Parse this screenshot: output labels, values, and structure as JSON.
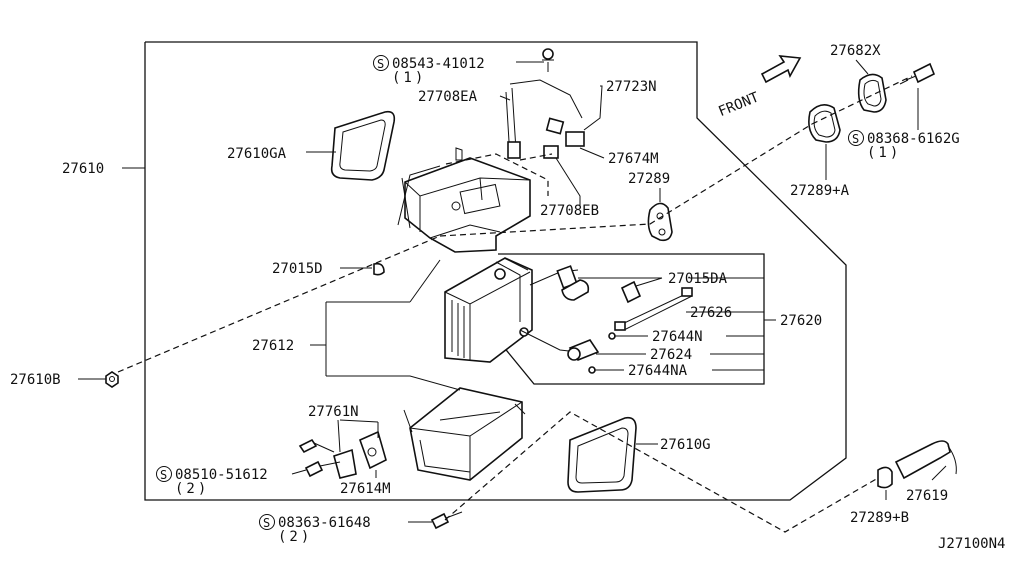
{
  "diagram": {
    "drawing_code": "J27100N4",
    "front_label": "FRONT",
    "parts": {
      "p27610": "27610",
      "p27610GA": "27610GA",
      "p27015D": "27015D",
      "p27612": "27612",
      "p27610B": "27610B",
      "p27761N": "27761N",
      "p27614M": "27614M",
      "p27610G": "27610G",
      "p27619": "27619",
      "p27289B": "27289+B",
      "p27620": "27620",
      "p27015DA": "27015DA",
      "p27626": "27626",
      "p27644N": "27644N",
      "p27624": "27624",
      "p27644NA": "27644NA",
      "p27708EA": "27708EA",
      "p27723N": "27723N",
      "p27674M": "27674M",
      "p27289": "27289",
      "p27708EB": "27708EB",
      "p27682X": "27682X",
      "p27289A": "27289+A"
    },
    "screws": [
      {
        "symbol": "S",
        "code": "08543-41012",
        "qty": "(1)"
      },
      {
        "symbol": "S",
        "code": "08368-6162G",
        "qty": "(1)"
      },
      {
        "symbol": "S",
        "code": "08510-51612",
        "qty": "(2)"
      },
      {
        "symbol": "S",
        "code": "08363-61648",
        "qty": "(2)"
      }
    ]
  }
}
